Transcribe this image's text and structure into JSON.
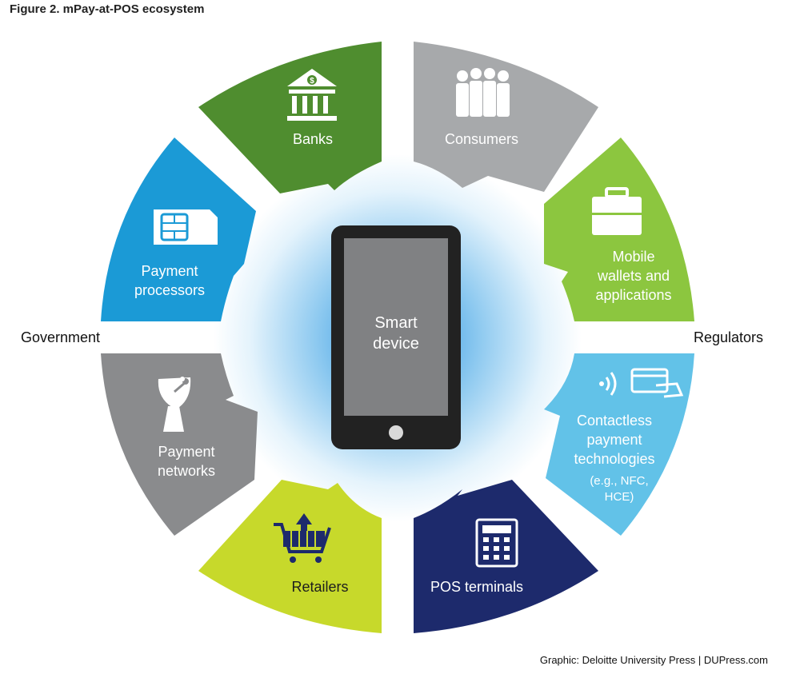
{
  "figure_title": "Figure 2. mPay-at-POS ecosystem",
  "left_label": "Government",
  "right_label": "Regulators",
  "credit": "Graphic: Deloitte University Press  |  DUPress.com",
  "center": {
    "label_line1": "Smart",
    "label_line2": "device"
  },
  "segments": {
    "banks": {
      "label": "Banks",
      "color": "#4f8d2f"
    },
    "consumers": {
      "label": "Consumers",
      "color": "#a7a9ab"
    },
    "mobile_wallets": {
      "line1": "Mobile",
      "line2": "wallets and",
      "line3": "applications",
      "color": "#8cc63f"
    },
    "contactless": {
      "line1": "Contactless",
      "line2": "payment",
      "line3": "technologies",
      "line4": "(e.g., NFC,",
      "line5": "HCE)",
      "color": "#62c2e8"
    },
    "pos_terminals": {
      "label": "POS terminals",
      "color": "#1d2a6c"
    },
    "retailers": {
      "label": "Retailers",
      "color": "#c7d92b"
    },
    "payment_networks": {
      "line1": "Payment",
      "line2": "networks",
      "color": "#8a8b8d"
    },
    "payment_processors": {
      "line1": "Payment",
      "line2": "processors",
      "color": "#1b9ad6"
    }
  }
}
